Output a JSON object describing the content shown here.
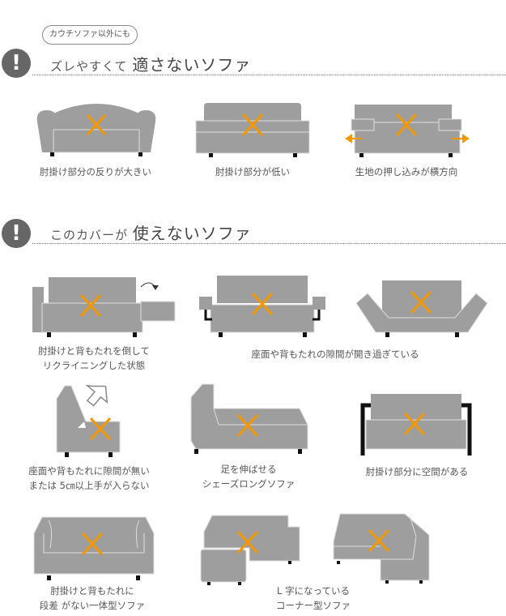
{
  "section1": {
    "bubble": "カウチソファ以外にも",
    "title_prefix": "ズレやすくて",
    "title_emphasis": "適さないソファ",
    "items": [
      {
        "caption": "肘掛け部分の反りが大きい"
      },
      {
        "caption": "肘掛け部分が低い"
      },
      {
        "caption": "生地の押し込みが横方向"
      }
    ]
  },
  "section2": {
    "title_prefix": "このカバーが",
    "title_emphasis": "使えないソファ",
    "items": [
      {
        "caption_lines": [
          "肘掛けと背もたれを倒して",
          "リクライニングした状態"
        ]
      },
      {
        "caption": "座面や背もたれの隙間が開き過ぎている"
      },
      {
        "caption_lines": [
          "座面や背もたれに隙間が無い",
          "または 5㎝以上手が入らない"
        ]
      },
      {
        "caption_lines": [
          "足を伸ばせる",
          "シェーズロングソファ"
        ]
      },
      {
        "caption": "肘掛け部分に空間がある"
      },
      {
        "caption_lines": [
          "肘掛けと背もたれに",
          "段差 がない一体型ソファ"
        ]
      },
      {
        "caption_lines": [
          "L 字になっている",
          "コーナー型ソファ"
        ]
      }
    ]
  },
  "colors": {
    "sofa": "#9e9e9e",
    "cross": "#f39800",
    "icon": "#666666"
  }
}
